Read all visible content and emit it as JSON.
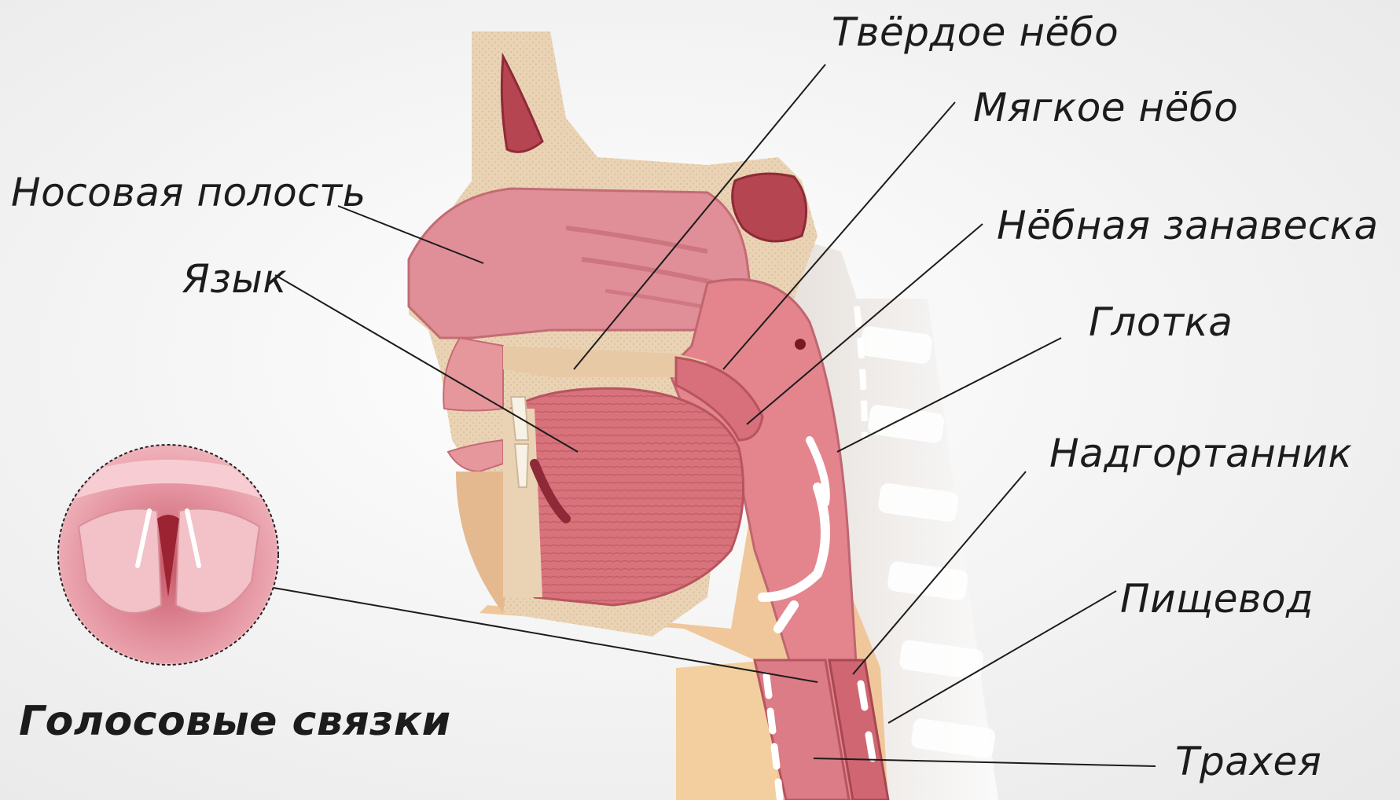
{
  "diagram": {
    "labels": {
      "hard_palate": "Твёрдое нёбо",
      "soft_palate": "Мягкое нёбо",
      "nasal_cavity": "Носовая полость",
      "velum": "Нёбная занавеска",
      "tongue": "Язык",
      "pharynx": "Глотка",
      "epiglottis": "Надгортанник",
      "esophagus": "Пищевод",
      "vocal_cords": "Голосовые связки",
      "trachea": "Трахея"
    }
  }
}
